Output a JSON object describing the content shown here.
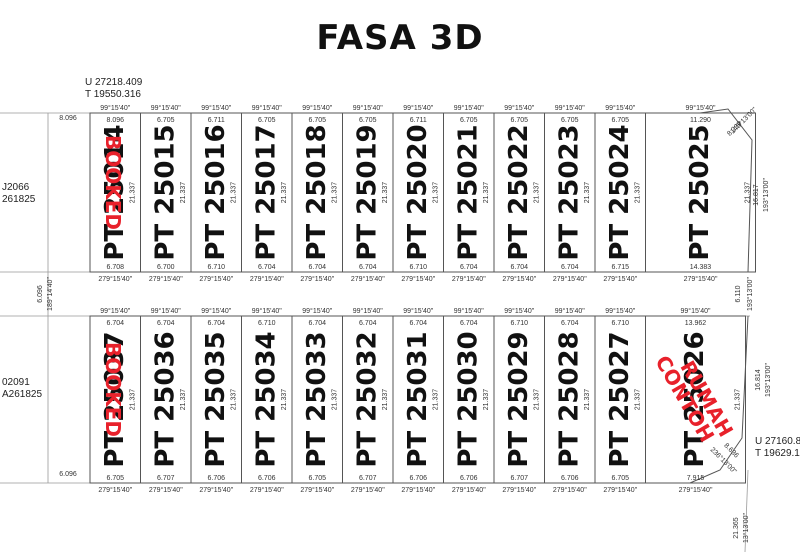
{
  "title": "FASA 3D",
  "colors": {
    "line": "#555555",
    "text": "#111111",
    "stamp": "#e8212b",
    "grid": "#999999"
  },
  "references": {
    "top_left": [
      "U 27218.409",
      "T 19550.316"
    ],
    "left_top": [
      "J2066",
      "261825"
    ],
    "left_bottom": [
      "02091",
      "A261825"
    ],
    "bottom_right": [
      "U 27160.846",
      "T 19629.14"
    ]
  },
  "top_row": [
    {
      "label": "PT 25014",
      "top_bearing": "99°15'40\"",
      "top_width": "8.096",
      "bottom_width": "6.708",
      "bottom_bearing": "279°15'40\"",
      "stamp": "BOOKED"
    },
    {
      "label": "PT 25015",
      "top_bearing": "99°15'40\"",
      "top_width": "6.705",
      "bottom_width": "6.700",
      "bottom_bearing": "279°15'40\"",
      "stamp": ""
    },
    {
      "label": "PT 25016",
      "top_bearing": "99°15'40\"",
      "top_width": "6.711",
      "bottom_width": "6.710",
      "bottom_bearing": "279°15'40\"",
      "stamp": ""
    },
    {
      "label": "PT 25017",
      "top_bearing": "99°15'40\"",
      "top_width": "6.705",
      "bottom_width": "6.704",
      "bottom_bearing": "279°15'40\"",
      "stamp": ""
    },
    {
      "label": "PT 25018",
      "top_bearing": "99°15'40\"",
      "top_width": "6.705",
      "bottom_width": "6.704",
      "bottom_bearing": "279°15'40\"",
      "stamp": ""
    },
    {
      "label": "PT 25019",
      "top_bearing": "99°15'40\"",
      "top_width": "6.705",
      "bottom_width": "6.704",
      "bottom_bearing": "279°15'40\"",
      "stamp": ""
    },
    {
      "label": "PT 25020",
      "top_bearing": "99°15'40\"",
      "top_width": "6.711",
      "bottom_width": "6.710",
      "bottom_bearing": "279°15'40\"",
      "stamp": ""
    },
    {
      "label": "PT 25021",
      "top_bearing": "99°15'40\"",
      "top_width": "6.705",
      "bottom_width": "6.704",
      "bottom_bearing": "279°15'40\"",
      "stamp": ""
    },
    {
      "label": "PT 25022",
      "top_bearing": "99°15'40\"",
      "top_width": "6.705",
      "bottom_width": "6.704",
      "bottom_bearing": "279°15'40\"",
      "stamp": ""
    },
    {
      "label": "PT 25023",
      "top_bearing": "99°15'40\"",
      "top_width": "6.705",
      "bottom_width": "6.704",
      "bottom_bearing": "279°15'40\"",
      "stamp": ""
    },
    {
      "label": "PT 25024",
      "top_bearing": "99°15'40\"",
      "top_width": "6.705",
      "bottom_width": "6.715",
      "bottom_bearing": "279°15'40\"",
      "stamp": ""
    },
    {
      "label": "PT 25025",
      "top_bearing": "99°15'40\"",
      "top_width": "11.290",
      "bottom_width": "14.383",
      "bottom_bearing": "279°15'40\"",
      "stamp": ""
    }
  ],
  "bottom_row": [
    {
      "label": "PT 25037",
      "top_bearing": "99°15'40\"",
      "top_width": "6.704",
      "bottom_width": "6.705",
      "bottom_bearing": "279°15'40\"",
      "stamp": "BOOKED"
    },
    {
      "label": "PT 25036",
      "top_bearing": "99°15'40\"",
      "top_width": "6.704",
      "bottom_width": "6.707",
      "bottom_bearing": "279°15'40\"",
      "stamp": ""
    },
    {
      "label": "PT 25035",
      "top_bearing": "99°15'40\"",
      "top_width": "6.704",
      "bottom_width": "6.706",
      "bottom_bearing": "279°15'40\"",
      "stamp": ""
    },
    {
      "label": "PT 25034",
      "top_bearing": "99°15'40\"",
      "top_width": "6.710",
      "bottom_width": "6.706",
      "bottom_bearing": "279°15'40\"",
      "stamp": ""
    },
    {
      "label": "PT 25033",
      "top_bearing": "99°15'40\"",
      "top_width": "6.704",
      "bottom_width": "6.705",
      "bottom_bearing": "279°15'40\"",
      "stamp": ""
    },
    {
      "label": "PT 25032",
      "top_bearing": "99°15'40\"",
      "top_width": "6.704",
      "bottom_width": "6.707",
      "bottom_bearing": "279°15'40\"",
      "stamp": ""
    },
    {
      "label": "PT 25031",
      "top_bearing": "99°15'40\"",
      "top_width": "6.704",
      "bottom_width": "6.706",
      "bottom_bearing": "279°15'40\"",
      "stamp": ""
    },
    {
      "label": "PT 25030",
      "top_bearing": "99°15'40\"",
      "top_width": "6.704",
      "bottom_width": "6.706",
      "bottom_bearing": "279°15'40\"",
      "stamp": ""
    },
    {
      "label": "PT 25029",
      "top_bearing": "99°15'40\"",
      "top_width": "6.710",
      "bottom_width": "6.707",
      "bottom_bearing": "279°15'40\"",
      "stamp": ""
    },
    {
      "label": "PT 25028",
      "top_bearing": "99°15'40\"",
      "top_width": "6.704",
      "bottom_width": "6.706",
      "bottom_bearing": "279°15'40\"",
      "stamp": ""
    },
    {
      "label": "PT 25027",
      "top_bearing": "99°15'40\"",
      "top_width": "6.710",
      "bottom_width": "6.705",
      "bottom_bearing": "279°15'40\"",
      "stamp": ""
    },
    {
      "label": "PT 25026",
      "top_bearing": "99°15'40\"",
      "top_width": "13.962",
      "bottom_width": "7.915",
      "bottom_bearing": "279°15'40\"",
      "stamp": "RUMAH CONTOH"
    }
  ],
  "road_labels": {
    "left_width": "6.096",
    "left_bearing": "189°14'40\"",
    "right_width": "6.110",
    "right_bearing": "193°13'00\"",
    "top_right_side": "16.817",
    "top_right_bearing": "193°13'00\"",
    "bottom_right_side": "16.814",
    "bottom_right_bearing": "193°13'00\"",
    "top_corner": "8.239",
    "top_corner_bearing": "145°13'00\"",
    "bottom_corner": "8.636",
    "bottom_corner_bearing": "236°13'00\"",
    "edge_side": "21.365",
    "edge_bearing": "13°13'00\"",
    "depth": "21.337",
    "far_left_top": "8.096",
    "far_left_bottom": "6.096"
  }
}
